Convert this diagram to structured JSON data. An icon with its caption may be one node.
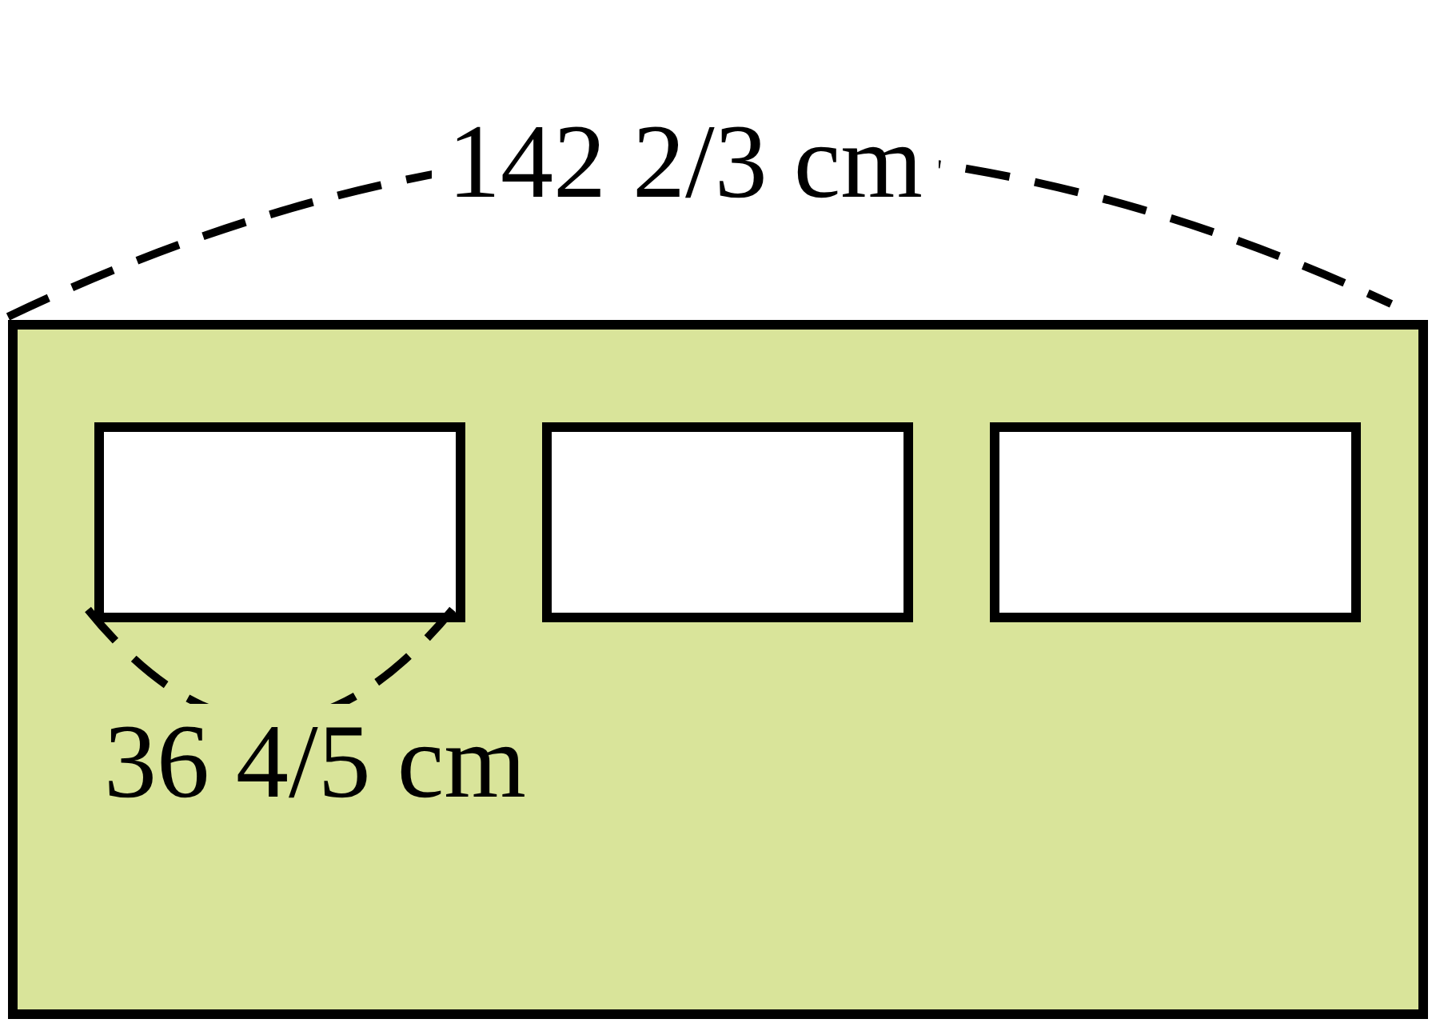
{
  "diagram": {
    "nodes": [
      {
        "text": [],
        "shape": "box"
      },
      {
        "text": [],
        "shape": "box",
        "in": 0
      },
      {
        "text": [],
        "shape": "box",
        "in": 0
      },
      {
        "text": [],
        "shape": "box",
        "in": 0
      }
    ],
    "labels": [
      "142 2/3 cm",
      "36 4/5 cm"
    ]
  }
}
